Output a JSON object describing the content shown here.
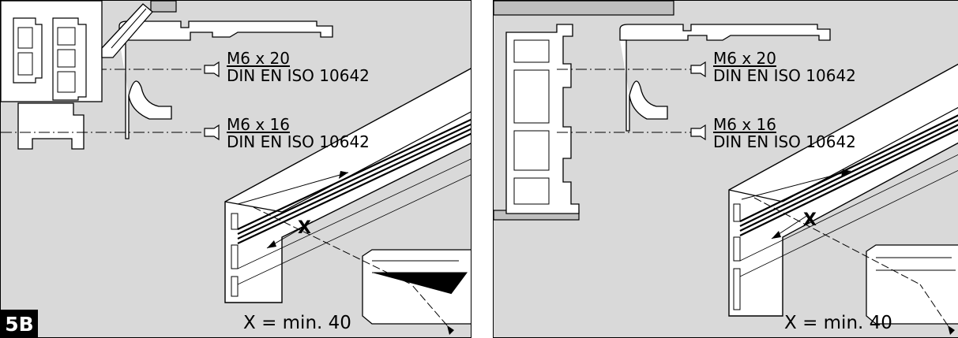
{
  "step_badge": "5B",
  "left_panel": {
    "screw_top": {
      "size": "M6 x 20",
      "standard": "DIN EN ISO 10642"
    },
    "screw_bottom": {
      "size": "M6 x 16",
      "standard": "DIN EN ISO 10642"
    },
    "distance_marker": "X",
    "distance_caption": "X = min. 40",
    "tool_icon": "screwdriver-icon"
  },
  "right_panel": {
    "screw_top": {
      "size": "M6 x 20",
      "standard": "DIN EN ISO 10642"
    },
    "screw_bottom": {
      "size": "M6 x 16",
      "standard": "DIN EN ISO 10642"
    },
    "distance_marker": "X",
    "distance_caption": "X = min. 40"
  },
  "colors": {
    "background": "#d9d9d9",
    "line": "#000000",
    "profile_fill": "#ffffff",
    "badge": "#000000"
  }
}
